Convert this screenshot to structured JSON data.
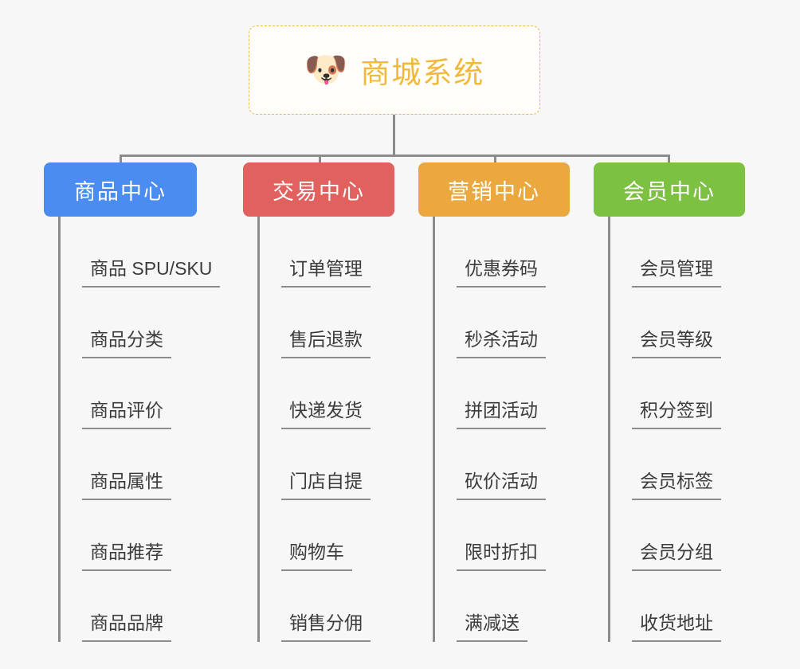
{
  "page": {
    "background_color": "#f7f7f7",
    "type": "organization-chart"
  },
  "root": {
    "title": "商城系统",
    "icon": "dog-face-emoji",
    "icon_glyph": "🐶",
    "border_color": "#e8b84b",
    "text_color": "#f0b93c",
    "background_color": "#fffefb"
  },
  "connector": {
    "color": "#8c8c8c"
  },
  "branches": [
    {
      "label": "商品中心",
      "color": "#4a8cf0",
      "items": [
        "商品 SPU/SKU",
        "商品分类",
        "商品评价",
        "商品属性",
        "商品推荐",
        "商品品牌"
      ]
    },
    {
      "label": "交易中心",
      "color": "#e1615f",
      "items": [
        "订单管理",
        "售后退款",
        "快递发货",
        "门店自提",
        "购物车",
        "销售分佣"
      ]
    },
    {
      "label": "营销中心",
      "color": "#eaa83f",
      "items": [
        "优惠券码",
        "秒杀活动",
        "拼团活动",
        "砍价活动",
        "限时折扣",
        "满减送"
      ]
    },
    {
      "label": "会员中心",
      "color": "#7dc142",
      "items": [
        "会员管理",
        "会员等级",
        "积分签到",
        "会员标签",
        "会员分组",
        "收货地址"
      ]
    }
  ]
}
